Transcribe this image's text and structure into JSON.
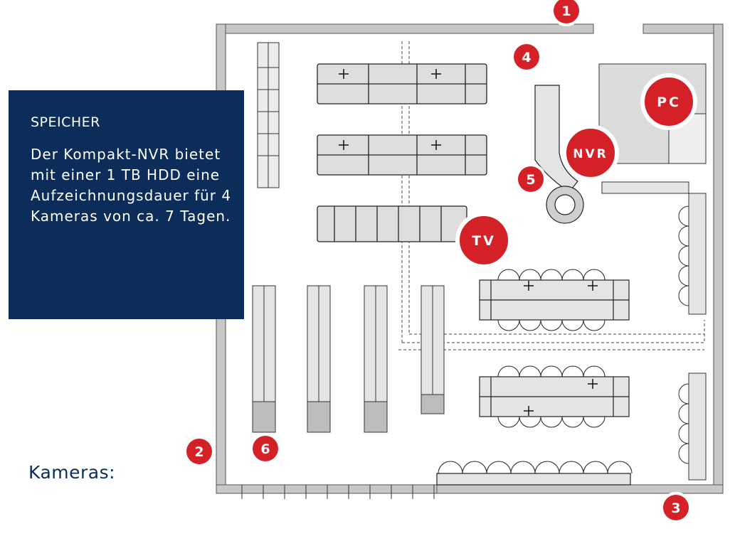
{
  "info": {
    "title": "SPEICHER",
    "body": "Der Kompakt-NVR bietet mit einer 1 TB HDD eine Aufzeichnungsdauer für 4 Kameras von ca. 7 Tagen."
  },
  "legend_label": "Kameras:",
  "cameras": [
    "1",
    "2",
    "3",
    "4",
    "5",
    "6"
  ],
  "devices": [
    "PC",
    "NVR",
    "TV"
  ],
  "colors": {
    "navy": "#0c2d5a",
    "badge_red": "#d42027",
    "wall_gray": "#c8c8c8",
    "shelf_gray": "#d6d6d6"
  }
}
